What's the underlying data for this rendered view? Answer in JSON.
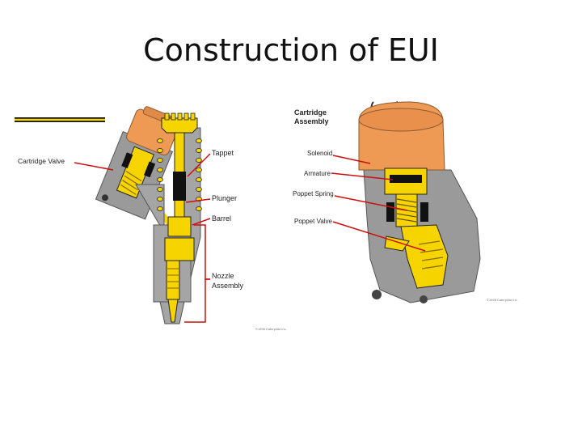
{
  "slide": {
    "title": "Construction of EUI"
  },
  "left_diagram": {
    "labels": {
      "cartridge_valve": "Cartridge Valve",
      "tappet": "Tappet",
      "plunger": "Plunger",
      "barrel": "Barrel",
      "nozzle_line1": "Nozzle",
      "nozzle_line2": "Assembly"
    },
    "copyright": "©1998 Caterpillar Inc."
  },
  "right_diagram": {
    "labels": {
      "cartridge_line1": "Cartridge",
      "cartridge_line2": "Assembly",
      "solenoid": "Solenoid",
      "armature": "Armature",
      "poppet_spring": "Poppet Spring",
      "poppet_valve": "Poppet Valve"
    },
    "copyright": "©1998 Caterpillar Inc."
  },
  "colors": {
    "fuel_yellow": "#f5d400",
    "solenoid_orange": "#ee9a55",
    "body_gray": "#9a9a9a",
    "leader_red": "#cc1010"
  }
}
